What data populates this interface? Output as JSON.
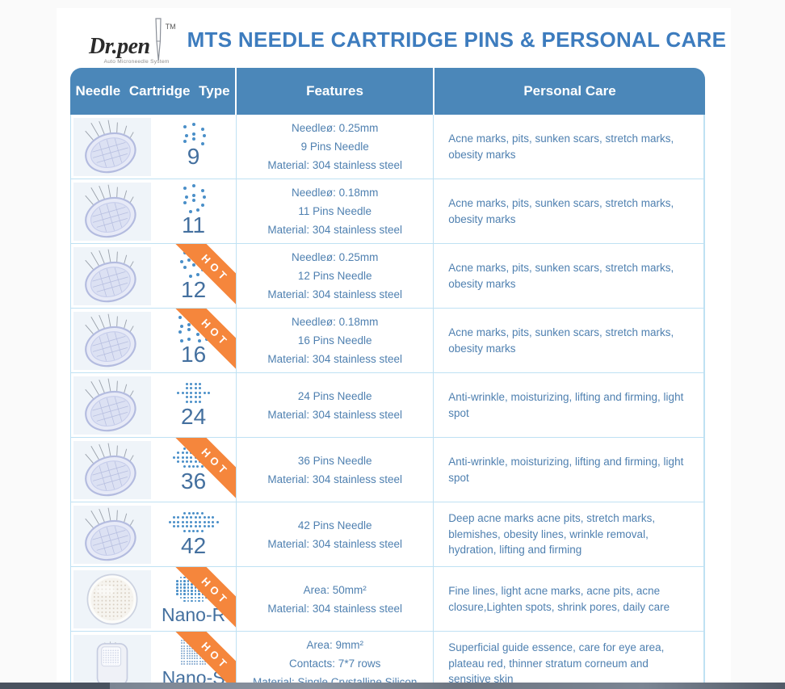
{
  "header": {
    "brand": "Dr.pen",
    "tm": "TM",
    "tagline": "Auto Microneedle System",
    "title": "MTS NEEDLE CARTRIDGE PINS & PERSONAL CARE"
  },
  "table": {
    "columns": [
      "Needle Cartridge Type",
      "Features",
      "Personal Care"
    ],
    "hot_label": "HOT",
    "rows": [
      {
        "type": "9",
        "hot": false,
        "image": "round",
        "pins": {
          "size": "lg",
          "rows": [
            3,
            3,
            3
          ]
        },
        "features": [
          "Needleø: 0.25mm",
          "9 Pins Needle",
          "Material:  304 stainless steel"
        ],
        "care": "Acne marks, pits, sunken scars, stretch marks, obesity marks"
      },
      {
        "type": "11",
        "hot": false,
        "image": "round",
        "pins": {
          "size": "lg",
          "rows": [
            3,
            3,
            3,
            2
          ]
        },
        "features": [
          "Needleø: 0.18mm",
          "11 Pins Needle",
          "Material:  304 stainless steel"
        ],
        "care": "Acne marks, pits, sunken scars, stretch marks, obesity marks"
      },
      {
        "type": "12",
        "hot": true,
        "image": "round",
        "pins": {
          "size": "lg",
          "rows": [
            3,
            4,
            3,
            2
          ]
        },
        "features": [
          "Needleø: 0.25mm",
          "12 Pins Needle",
          "Material:  304 stainless steel"
        ],
        "care": "Acne marks, pits, sunken scars, stretch marks, obesity marks"
      },
      {
        "type": "16",
        "hot": true,
        "image": "round",
        "pins": {
          "size": "lg",
          "rows": [
            4,
            4,
            4,
            4
          ]
        },
        "features": [
          "Needleø: 0.18mm",
          "16 Pins Needle",
          "Material:  304 stainless steel"
        ],
        "care": "Acne marks, pits, sunken scars, stretch marks, obesity marks"
      },
      {
        "type": "24",
        "hot": false,
        "image": "round",
        "pins": {
          "size": "md",
          "rows": [
            4,
            4,
            8,
            4,
            4
          ]
        },
        "features": [
          "24 Pins Needle",
          "Material:  304 stainless steel"
        ],
        "care": "Anti-wrinkle, moisturizing, lifting and firming, light spot"
      },
      {
        "type": "36",
        "hot": true,
        "image": "round",
        "pins": {
          "size": "md",
          "rows": [
            5,
            8,
            10,
            8,
            5
          ]
        },
        "features": [
          "36 Pins Needle",
          "Material:  304 stainless steel"
        ],
        "care": "Anti-wrinkle, moisturizing, lifting and firming, light spot"
      },
      {
        "type": "42",
        "hot": false,
        "image": "round",
        "pins": {
          "size": "md",
          "rows": [
            5,
            10,
            12,
            10,
            5
          ]
        },
        "features": [
          "42 Pins Needle",
          "Material:  304 stainless steel"
        ],
        "care": "Deep acne marks acne pits, stretch marks, blemishes, obesity lines, wrinkle removal, hydration, lifting and firming"
      },
      {
        "type": "Nano-R",
        "hot": true,
        "image": "disc",
        "pins": {
          "size": "sm",
          "rows": [
            6,
            8,
            10,
            10,
            10,
            10,
            10,
            8,
            6
          ]
        },
        "features": [
          "Area:  50mm²",
          "Material:  304 stainless steel"
        ],
        "care": "Fine lines, light acne marks, acne pits, acne closure,Lighten spots, shrink pores, daily care"
      },
      {
        "type": "Nano-S",
        "hot": true,
        "image": "square",
        "pins": {
          "size": "xs",
          "rows": [
            10,
            10,
            10,
            10,
            10,
            10,
            10,
            10,
            10,
            10
          ]
        },
        "features": [
          "Area:  9mm²",
          "Contacts:  7*7 rows",
          "Material:  Single Crystalline Silicon"
        ],
        "care": "Superficial guide essence, care for eye area, plateau red, thinner stratum corneum and sensitive skin"
      }
    ]
  },
  "colors": {
    "header_blue": "#4b87b9",
    "title_blue": "#3d7cbe",
    "text_blue": "#4f80b0",
    "label_blue": "#44709f",
    "hot_orange": "#f5863c",
    "row_border": "#bfe1f3",
    "dot_blue": "#4a8fc8"
  }
}
